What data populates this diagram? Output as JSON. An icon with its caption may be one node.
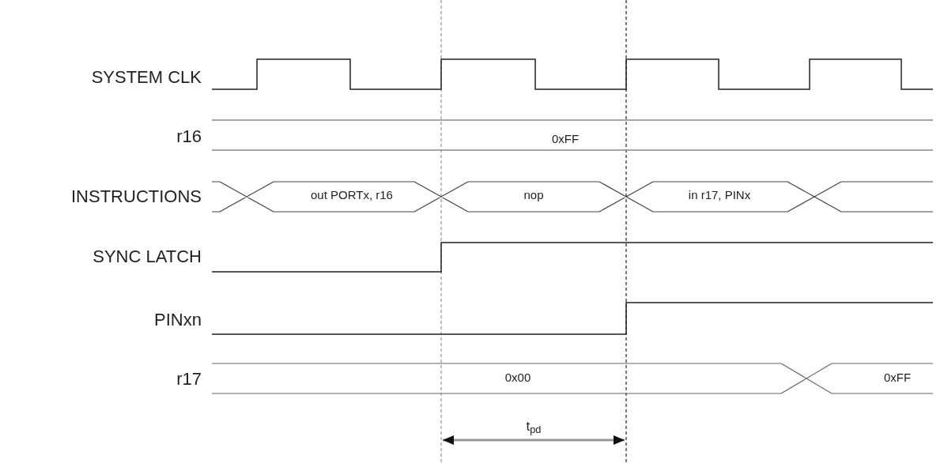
{
  "diagram": {
    "labels": [
      "SYSTEM CLK",
      "r16",
      "0xFF",
      "INSTRUCTIONS",
      "out PORTx, r16",
      "nop",
      "in r17, PINx",
      "SYNC LATCH",
      "PINxn",
      "r17",
      "0x00",
      "0xFF",
      "t$_{pd}$"
    ]
  }
}
